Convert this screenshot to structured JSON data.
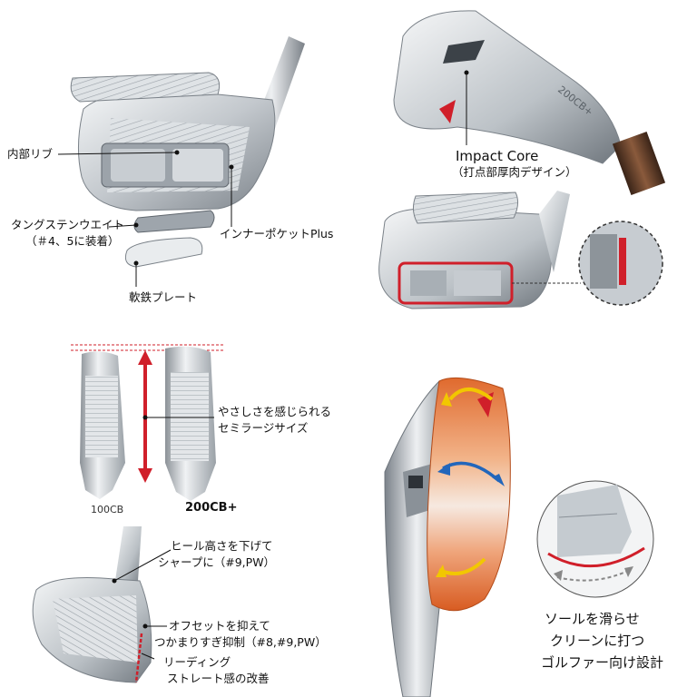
{
  "panel1": {
    "rib_label": "内部リブ",
    "tungsten_label_line1": "タングステンウエイト",
    "tungsten_label_line2": "（＃4、5に装着）",
    "pocket_label": "インナーポケットPlus",
    "plate_label": "軟鉄プレート"
  },
  "panel2": {
    "core_label_line1": "Impact Core",
    "core_label_line2": "（打点部厚肉デザイン）",
    "club_engraving": "200CB+"
  },
  "panel3": {
    "head_a_label": "100CB",
    "head_b_label": "200CB+",
    "semi_large_line1": "やさしさを感じられる",
    "semi_large_line2": "セミラージサイズ"
  },
  "panel4": {
    "heel_line1": "ヒール高さを下げて",
    "heel_line2": "シャープに（#9,PW）",
    "offset_line1": "オフセットを抑えて",
    "offset_line2": "つかまりすぎ抑制（#8,#9,PW）",
    "leading_line1": "リーディング",
    "leading_line2": "ストレート感の改善"
  },
  "panel5": {
    "sole_line1": "ソールを滑らせ",
    "sole_line2": "クリーンに打つ",
    "sole_line3": "ゴルファー向け設計"
  },
  "colors": {
    "accent_red": "#d01f2a",
    "heat_orange": "#e8773a",
    "arrow_yellow": "#f2c700",
    "arrow_blue": "#2266bb",
    "steel_light": "#e4e7ea",
    "steel_mid": "#b5bbc1",
    "steel_dark": "#6e757c"
  }
}
